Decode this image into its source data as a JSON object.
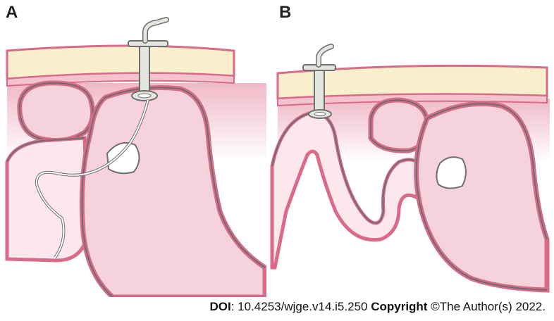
{
  "panels": [
    {
      "label": "A"
    },
    {
      "label": "B"
    }
  ],
  "footer": {
    "doi_label": "DOI",
    "doi_value": ": 10.4253/wjge.v14.i5.250 ",
    "copyright_label": "Copyright",
    "copyright_value": " ©The Author(s) 2022."
  },
  "colors": {
    "skin": "#f8f0cc",
    "wall_stroke": "#d96a8a",
    "organ_fill": "#f6d3dc",
    "outline": "#6e6e6e",
    "tissue_shade": "#f3c4d0",
    "intestine_fill": "#fbe7ec",
    "tube": "#e6e6e0"
  }
}
